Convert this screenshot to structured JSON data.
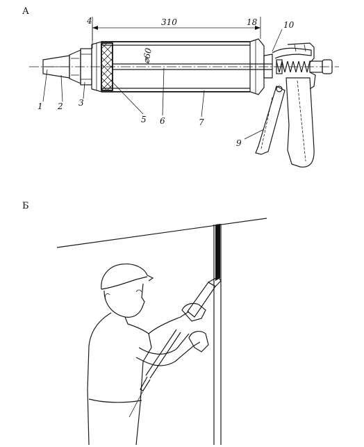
{
  "panel_a": {
    "letter": "А",
    "dimensions": {
      "length": "310",
      "end": "18",
      "diameter": "⌀60"
    },
    "callouts": [
      "1",
      "2",
      "3",
      "4",
      "5",
      "6",
      "7",
      "9",
      "10"
    ]
  },
  "panel_b": {
    "letter": "Б"
  }
}
